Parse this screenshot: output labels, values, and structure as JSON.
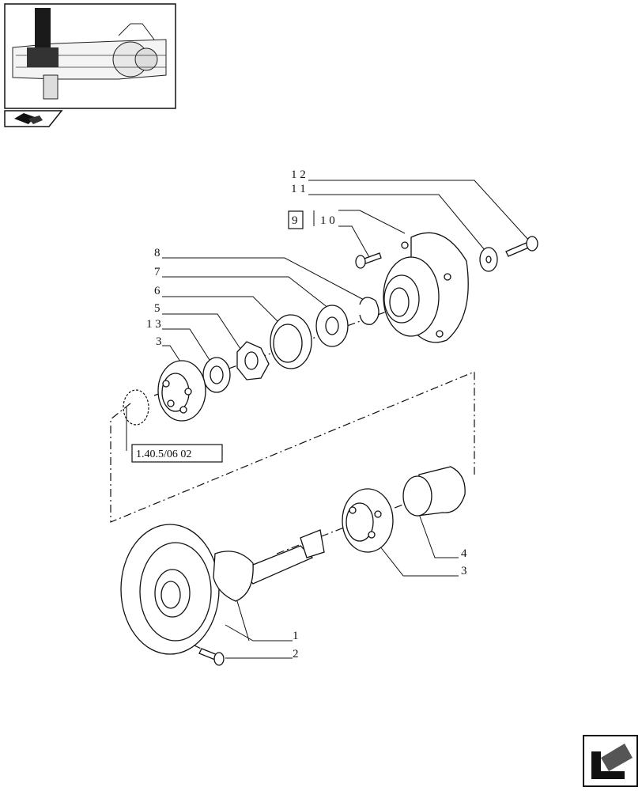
{
  "labels": {
    "l1": "1",
    "l2": "2",
    "l3a": "3",
    "l3b": "3",
    "l4": "4",
    "l5": "5",
    "l6": "6",
    "l7": "7",
    "l8": "8",
    "l9": "9",
    "l10": "1 0",
    "l11": "1 1",
    "l12": "1 2",
    "l13": "1 3"
  },
  "reference": "1.40.5/06 02",
  "icons": {
    "thumbnail": "axle-assembly-thumbnail",
    "book": "open-book-icon",
    "next": "next-page-arrow-icon"
  }
}
